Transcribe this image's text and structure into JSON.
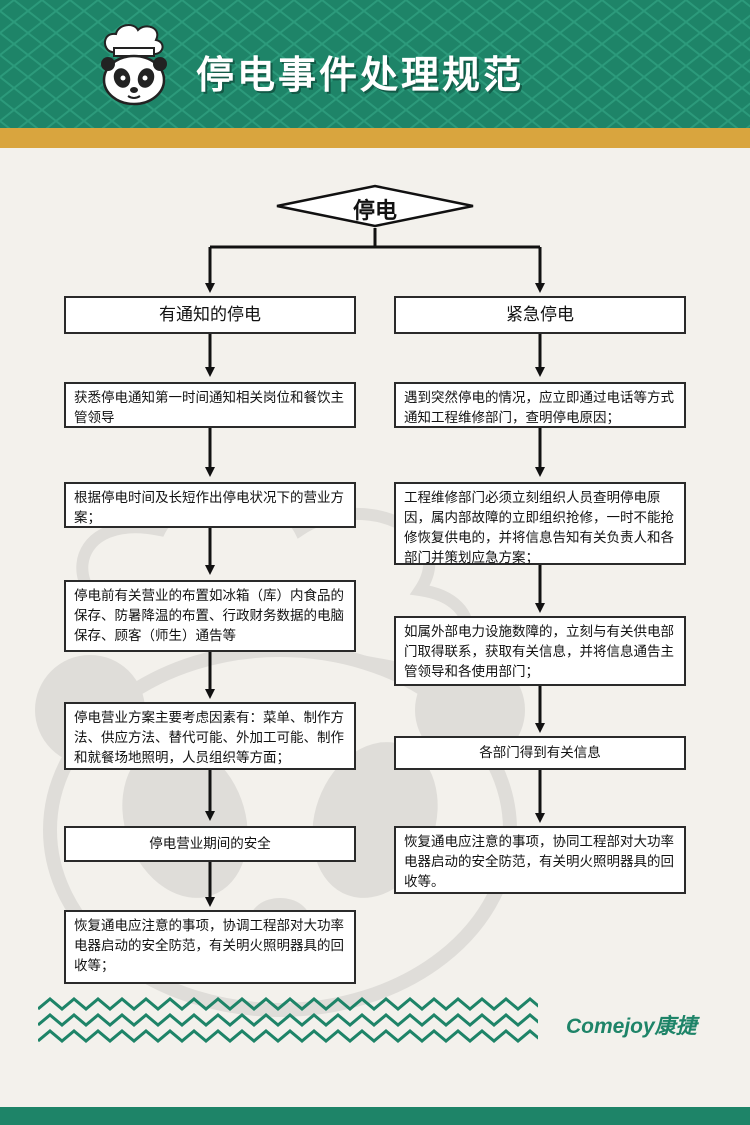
{
  "header": {
    "title": "停电事件处理规范"
  },
  "flow": {
    "start": "停电",
    "left": {
      "heading": "有通知的停电",
      "steps": [
        "获悉停电通知第一时间通知相关岗位和餐饮主管领导",
        "根据停电时间及长短作出停电状况下的营业方案；",
        "停电前有关营业的布置如冰箱（库）内食品的保存、防暑降温的布置、行政财务数据的电脑保存、顾客（师生）通告等",
        "停电营业方案主要考虑因素有：菜单、制作方法、供应方法、替代可能、外加工可能、制作和就餐场地照明，人员组织等方面；",
        "停电营业期间的安全",
        "恢复通电应注意的事项，协调工程部对大功率电器启动的安全防范，有关明火照明器具的回收等；"
      ]
    },
    "right": {
      "heading": "紧急停电",
      "steps": [
        "遇到突然停电的情况，应立即通过电话等方式通知工程维修部门，查明停电原因；",
        "工程维修部门必须立刻组织人员查明停电原因，属内部故障的立即组织抢修，一时不能抢修恢复供电的，并将信息告知有关负责人和各部门并策划应急方案；",
        "如属外部电力设施数障的，立刻与有关供电部门取得联系，获取有关信息，并将信息通告主管领导和各使用部门；",
        "各部门得到有关信息",
        "恢复通电应注意的事项，协同工程部对大功率电器启动的安全防范，有关明火照明器具的回收等。"
      ]
    }
  },
  "brand": {
    "text": "Comejoy康捷"
  },
  "colors": {
    "header_green": "#1e8468",
    "accent_gold": "#d9a53e",
    "background": "#f3f1ec",
    "box_border": "#2a2a2a"
  },
  "icons": {
    "mascot": "panda-chef-icon",
    "background": "panda-watermark-icon"
  }
}
